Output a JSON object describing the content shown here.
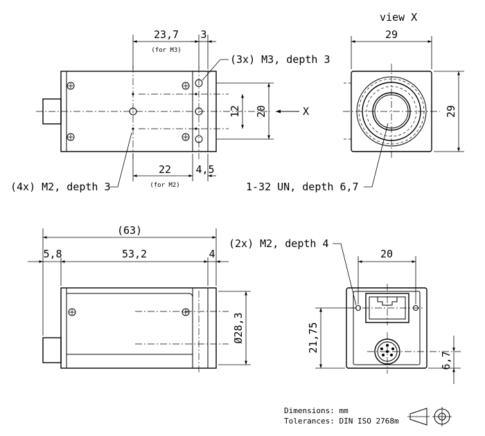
{
  "views": {
    "top": {
      "dim_23_7": "23,7",
      "for_m3": "(for M3)",
      "dim_3": "3",
      "callout_m3": "(3x) M3, depth 3",
      "dim_12": "12",
      "dim_20": "20",
      "arrow_label": "X",
      "dim_22": "22",
      "for_m2": "(for M2)",
      "dim_4_5": "4,5",
      "callout_m2": "(4x) M2, depth 3"
    },
    "front": {
      "title": "view X",
      "dim_29_width": "29",
      "dim_29_height": "29",
      "callout_thread": "1-32 UN, depth 6,7"
    },
    "side": {
      "dim_63": "(63)",
      "dim_5_8": "5,8",
      "dim_53_2": "53,2",
      "dim_4": "4",
      "dim_diameter": "Ø28,3"
    },
    "rear": {
      "callout_m2": "(2x) M2, depth 4",
      "dim_20": "20",
      "dim_21_75": "21,75",
      "dim_6_7": "6,7"
    }
  },
  "footer": {
    "dimensions_line": "Dimensions: mm",
    "tolerances_line": "Tolerances: DIN ISO 2768m"
  },
  "icons": [
    "projection-symbol-icon"
  ]
}
